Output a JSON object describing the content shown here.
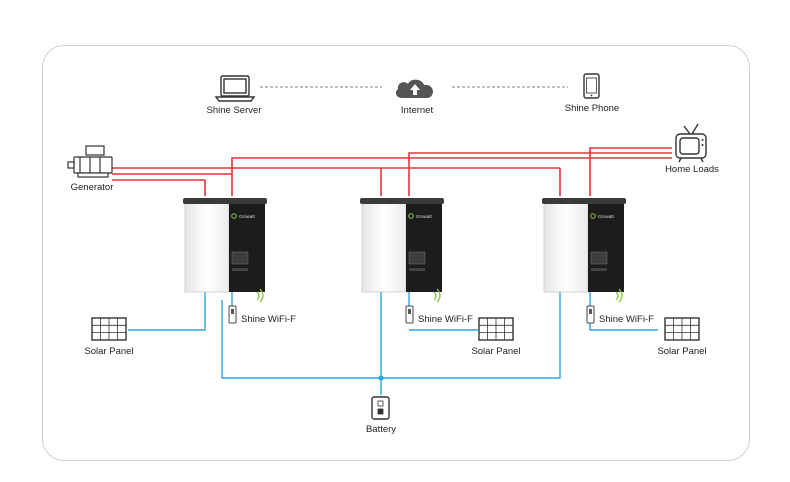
{
  "labels": {
    "shine_server": "Shine Server",
    "internet": "Internet",
    "shine_phone": "Shine Phone",
    "generator": "Generator",
    "home_loads": "Home Loads",
    "shine_wifi_1": "Shine WiFi-F",
    "shine_wifi_2": "Shine WiFi-F",
    "shine_wifi_3": "Shine WiFi-F",
    "solar_panel_1": "Solar Panel",
    "solar_panel_2": "Solar Panel",
    "solar_panel_3": "Solar Panel",
    "battery": "Battery",
    "brand": "Growatt"
  },
  "colors": {
    "ac_line": "#e8323c",
    "dc_line": "#2aa7df",
    "dashed_line": "#555555",
    "inverter_body": "#f4f4f4",
    "inverter_panel": "#1c1c1c",
    "wifi_signal": "#8cc63f"
  }
}
